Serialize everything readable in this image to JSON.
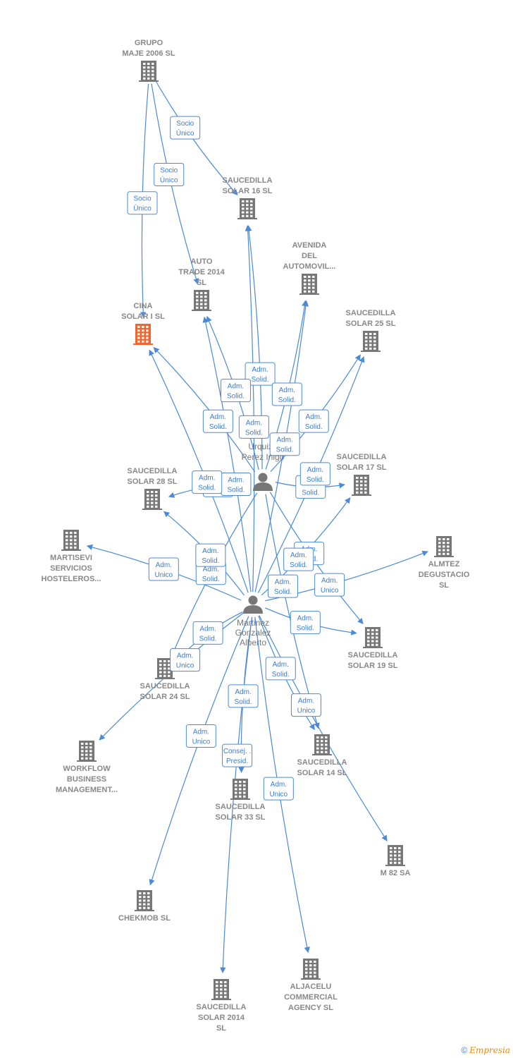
{
  "colors": {
    "edge": "#4a8ad6",
    "building": "#777777",
    "focus_building": "#f26430",
    "person": "#777777"
  },
  "companies": [
    {
      "id": "grupo",
      "lines": [
        "GRUPO",
        "MAJE 2006 SL"
      ],
      "icon": "building-icon"
    },
    {
      "id": "s16",
      "lines": [
        "SAUCEDILLA",
        "SOLAR 16 SL"
      ],
      "icon": "building-icon"
    },
    {
      "id": "avenida",
      "lines": [
        "AVENIDA",
        "DEL",
        "AUTOMOVIL..."
      ],
      "icon": "building-icon"
    },
    {
      "id": "auto",
      "lines": [
        "AUTO",
        "TRADE 2014",
        "SL"
      ],
      "icon": "building-icon"
    },
    {
      "id": "cina",
      "lines": [
        "CINA",
        "SOLAR I  SL"
      ],
      "icon": "building-icon",
      "focus": true
    },
    {
      "id": "s25",
      "lines": [
        "SAUCEDILLA",
        "SOLAR 25 SL"
      ],
      "icon": "building-icon"
    },
    {
      "id": "s17",
      "lines": [
        "SAUCEDILLA",
        "SOLAR 17 SL"
      ],
      "icon": "building-icon"
    },
    {
      "id": "s28",
      "lines": [
        "SAUCEDILLA",
        "SOLAR 28 SL"
      ],
      "icon": "building-icon"
    },
    {
      "id": "martisevi",
      "lines": [
        "MARTISEVI",
        "SERVICIOS",
        "HOSTELEROS..."
      ],
      "icon": "building-icon"
    },
    {
      "id": "almtez",
      "lines": [
        "ALMTEZ",
        "DEGUSTACIO",
        "SL"
      ],
      "icon": "building-icon"
    },
    {
      "id": "s19",
      "lines": [
        "SAUCEDILLA",
        "SOLAR 19 SL"
      ],
      "icon": "building-icon"
    },
    {
      "id": "s24",
      "lines": [
        "SAUCEDILLA",
        "SOLAR 24 SL"
      ],
      "icon": "building-icon"
    },
    {
      "id": "workflow",
      "lines": [
        "WORKFLOW",
        "BUSINESS",
        "MANAGEMENT..."
      ],
      "icon": "building-icon"
    },
    {
      "id": "s14",
      "lines": [
        "SAUCEDILLA",
        "SOLAR 14 SL"
      ],
      "icon": "building-icon"
    },
    {
      "id": "s33",
      "lines": [
        "SAUCEDILLA",
        "SOLAR 33 SL"
      ],
      "icon": "building-icon"
    },
    {
      "id": "m82",
      "lines": [
        "M 82 SA"
      ],
      "icon": "building-icon"
    },
    {
      "id": "chekmob",
      "lines": [
        "CHEKMOB  SL"
      ],
      "icon": "building-icon"
    },
    {
      "id": "aljacelu",
      "lines": [
        "ALJACELU",
        "COMMERCIAL",
        "AGENCY  SL"
      ],
      "icon": "building-icon"
    },
    {
      "id": "s2014",
      "lines": [
        "SAUCEDILLA",
        "SOLAR 2014",
        "SL"
      ],
      "icon": "building-icon"
    }
  ],
  "persons": [
    {
      "id": "p1",
      "lines": [
        "Urquiza",
        "Perez Inigo"
      ],
      "icon": "person-icon"
    },
    {
      "id": "p2",
      "lines": [
        "Martinez",
        "Gonzalez",
        "Alberto"
      ],
      "icon": "person-icon"
    }
  ],
  "edges": [
    {
      "from": "grupo",
      "to": "s16",
      "label": [
        "Socio",
        "Único"
      ]
    },
    {
      "from": "grupo",
      "to": "auto",
      "label": [
        "Socio",
        "Único"
      ]
    },
    {
      "from": "grupo",
      "to": "cina",
      "label": [
        "Socio",
        "Único"
      ]
    },
    {
      "from": "p1",
      "to": "s16",
      "label": [
        "Adm.",
        "Solid."
      ]
    },
    {
      "from": "p1",
      "to": "avenida",
      "label": [
        "Adm.",
        "Solid."
      ]
    },
    {
      "from": "p1",
      "to": "auto",
      "label": [
        "Adm.",
        "Solid."
      ]
    },
    {
      "from": "p1",
      "to": "cina",
      "label": [
        "Adm.",
        "Solid."
      ]
    },
    {
      "from": "p1",
      "to": "s25",
      "label": [
        "Adm.",
        "Solid."
      ]
    },
    {
      "from": "p1",
      "to": "s17",
      "label": [
        "Adm.",
        "Solid."
      ]
    },
    {
      "from": "p1",
      "to": "s28",
      "label": [
        "Adm.",
        "Solid."
      ]
    },
    {
      "from": "p1",
      "to": "s19",
      "label": [
        "Adm.",
        "Solid."
      ]
    },
    {
      "from": "p1",
      "to": "s24",
      "label": [
        "Adm.",
        "Solid."
      ]
    },
    {
      "from": "p1",
      "to": "s14",
      "label": [
        "Adm.",
        "Solid."
      ]
    },
    {
      "from": "p2",
      "to": "s16",
      "label": [
        "Adm.",
        "Solid."
      ]
    },
    {
      "from": "p2",
      "to": "avenida",
      "label": [
        "Adm.",
        "Solid."
      ]
    },
    {
      "from": "p2",
      "to": "auto",
      "label": [
        "Adm.",
        "Solid."
      ]
    },
    {
      "from": "p2",
      "to": "cina",
      "label": [
        "Adm.",
        "Solid."
      ]
    },
    {
      "from": "p2",
      "to": "s25",
      "label": [
        "Adm.",
        "Solid."
      ]
    },
    {
      "from": "p2",
      "to": "s17",
      "label": [
        "Adm.",
        "Solid."
      ]
    },
    {
      "from": "p2",
      "to": "s28",
      "label": [
        "Adm.",
        "Solid."
      ]
    },
    {
      "from": "p2",
      "to": "martisevi",
      "label": [
        "Adm.",
        "Unico"
      ]
    },
    {
      "from": "p2",
      "to": "almtez",
      "label": [
        "Adm.",
        "Unico"
      ]
    },
    {
      "from": "p2",
      "to": "s19",
      "label": [
        "Adm.",
        "Solid."
      ]
    },
    {
      "from": "p2",
      "to": "s24",
      "label": [
        "Adm.",
        "Solid."
      ]
    },
    {
      "from": "p2",
      "to": "workflow",
      "label": [
        "Adm.",
        "Unico"
      ]
    },
    {
      "from": "p2",
      "to": "s14",
      "label": [
        "Adm.",
        "Solid."
      ]
    },
    {
      "from": "p2",
      "to": "s33",
      "label": [
        "Adm.",
        "Solid."
      ]
    },
    {
      "from": "p2",
      "to": "m82",
      "label": [
        "Adm.",
        "Unico"
      ]
    },
    {
      "from": "p2",
      "to": "chekmob",
      "label": [
        "Adm.",
        "Unico"
      ]
    },
    {
      "from": "p2",
      "to": "aljacelu",
      "label": [
        "Adm.",
        "Unico"
      ]
    },
    {
      "from": "p2",
      "to": "s2014",
      "label": [
        "Consej. .",
        "Presid."
      ]
    }
  ],
  "brand": {
    "copyright": "©",
    "name": "Empresia"
  }
}
